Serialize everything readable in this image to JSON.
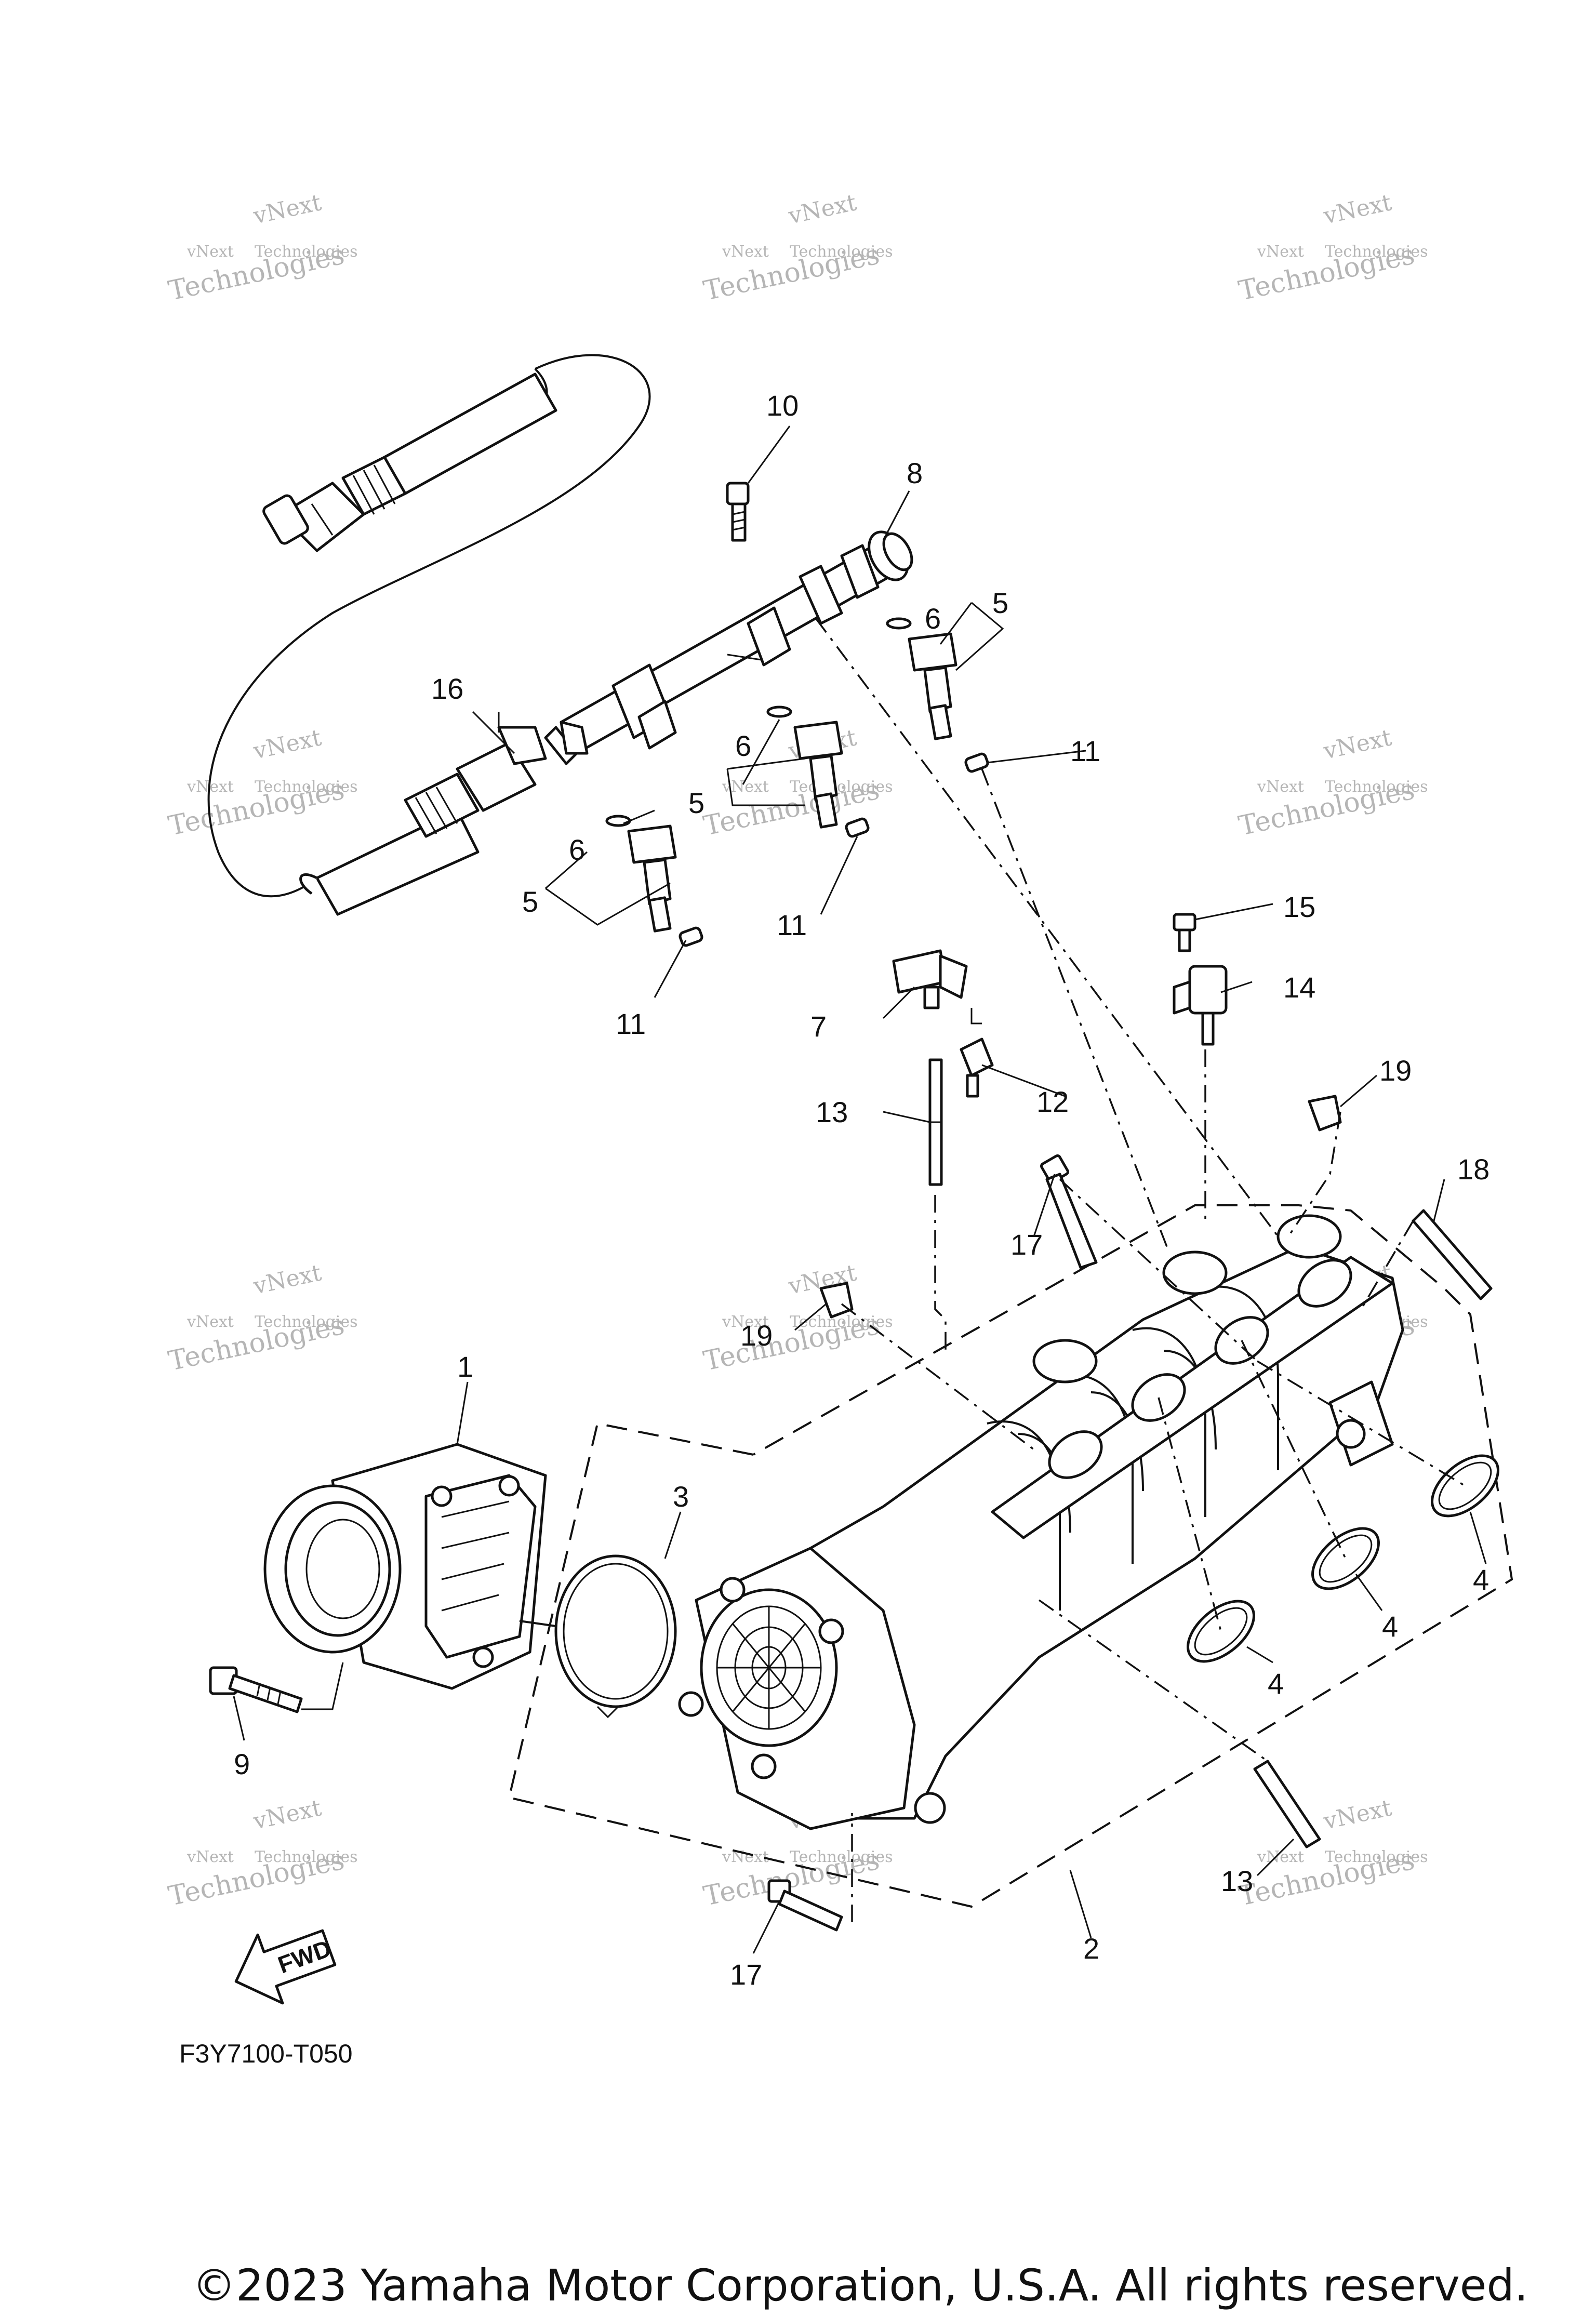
{
  "figure": {
    "code": "F3Y7100-T050",
    "copyright": "©2023 Yamaha Motor Corporation, U.S.A. All rights reserved.",
    "fwd_label": "FWD"
  },
  "watermark": {
    "line1": "vNext",
    "line2": "Technologies"
  },
  "callouts": {
    "c1": "1",
    "c2": "2",
    "c3": "3",
    "c4a": "4",
    "c4b": "4",
    "c4c": "4",
    "c5a": "5",
    "c5b": "5",
    "c5c": "5",
    "c6a": "6",
    "c6b": "6",
    "c6c": "6",
    "c7": "7",
    "c8": "8",
    "c9": "9",
    "c10": "10",
    "c11a": "11",
    "c11b": "11",
    "c11c": "11",
    "c12": "12",
    "c13a": "13",
    "c13b": "13",
    "c14": "14",
    "c15": "15",
    "c16": "16",
    "c17a": "17",
    "c17b": "17",
    "c18": "18",
    "c19a": "19",
    "c19b": "19"
  },
  "parts": [
    "throttle-body",
    "intake-manifold",
    "gasket",
    "o-ring",
    "fuel-injector",
    "o-ring-injector",
    "pressure-sensor",
    "fuel-rail",
    "throttle-bolt",
    "rail-bolt",
    "injector-seal",
    "fitting",
    "stud-bolt",
    "temperature-sensor",
    "sensor-bolt",
    "fuel-hose",
    "flange-bolt",
    "stud",
    "clip"
  ]
}
